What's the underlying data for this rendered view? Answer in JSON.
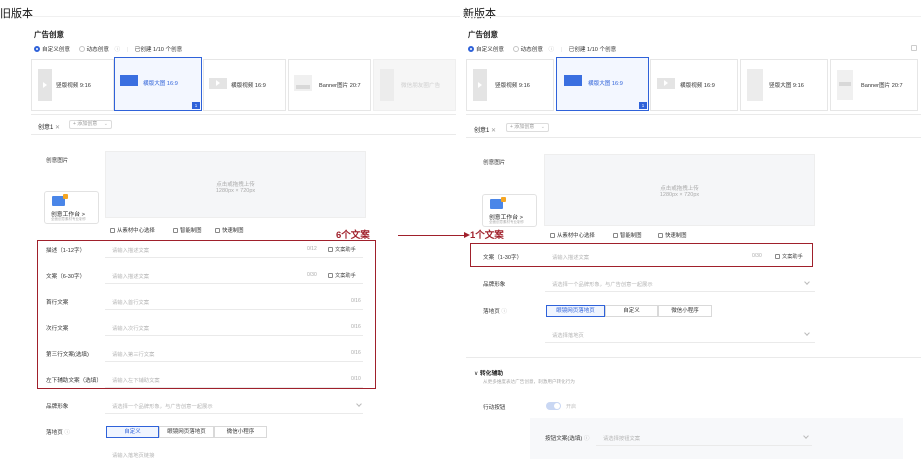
{
  "old": {
    "caption": "旧版本",
    "section_title": "广告创意",
    "mode": {
      "custom": "自定义创意",
      "dynamic": "动态创意",
      "count": "已创建 1/10 个创意"
    },
    "formats": [
      {
        "label": "竖版视频 9:16"
      },
      {
        "label": "横版大图 16:9",
        "badge": "1"
      },
      {
        "label": "横版视频 16:9"
      },
      {
        "label": "Banner图片 20:7"
      },
      {
        "label": "微信朋友圈广告"
      }
    ],
    "tab": "创意1",
    "add_tab": "+ 添加创意",
    "image_label": "创意图片",
    "upload": {
      "line1": "点击或拖拽上传",
      "line2": "1280px × 720px"
    },
    "workstation": {
      "title": "创意工作台 >",
      "sub": "全面创意素材专业制作"
    },
    "actions": [
      "从素材中心选择",
      "智能制图",
      "快速制图"
    ],
    "fields": [
      {
        "label": "描述（1-12字）",
        "placeholder": "请输入描述文案",
        "count": "0/12",
        "assist": "文案助手"
      },
      {
        "label": "文案（6-30字）",
        "placeholder": "请输入描述文案",
        "count": "0/30",
        "assist": "文案助手"
      },
      {
        "label": "首行文案",
        "placeholder": "请输入首行文案",
        "count": "0/16",
        "assist": ""
      },
      {
        "label": "次行文案",
        "placeholder": "请输入次行文案",
        "count": "0/16",
        "assist": ""
      },
      {
        "label": "第三行文案(选填)",
        "placeholder": "请输入第三行文案",
        "count": "0/16",
        "assist": ""
      },
      {
        "label": "左下辅助文案（选填）",
        "placeholder": "请输入左下辅助文案",
        "count": "0/10",
        "assist": ""
      }
    ],
    "brand": {
      "label": "品牌形象",
      "placeholder": "请选择一个品牌形象，与广告创意一起展示"
    },
    "landing": {
      "label": "落地页",
      "options": [
        "自定义",
        "眼镜网页落地页",
        "微信小程序"
      ],
      "placeholder": "请输入落地页链接"
    },
    "annotation": "6个文案"
  },
  "new": {
    "caption": "新版本",
    "section_title": "广告创意",
    "mode": {
      "custom": "自定义创意",
      "dynamic": "动态创意",
      "count": "已创建 1/10 个创意"
    },
    "formats": [
      {
        "label": "竖版视频 9:16"
      },
      {
        "label": "横版大图 16:9",
        "badge": "1"
      },
      {
        "label": "横版视频 16:9"
      },
      {
        "label": "竖版大图 9:16"
      },
      {
        "label": "Banner图片 20:7"
      }
    ],
    "tab": "创意1",
    "add_tab": "+ 添加创意",
    "image_label": "创意图片",
    "upload": {
      "line1": "点击或拖拽上传",
      "line2": "1280px × 720px"
    },
    "workstation": {
      "title": "创意工作台 >",
      "sub": "全面创意素材专业制作"
    },
    "actions": [
      "从素材中心选择",
      "智能制图",
      "快速制图"
    ],
    "field": {
      "label": "文案（1-30字）",
      "placeholder": "请输入描述文案",
      "count": "0/30",
      "assist": "文案助手"
    },
    "brand": {
      "label": "品牌形象",
      "placeholder": "请选择一个品牌形象，与广告创意一起展示"
    },
    "landing": {
      "label": "落地页",
      "options": [
        "眼镜网页落地页",
        "自定义",
        "微信小程序"
      ],
      "placeholder": "请选择落地页"
    },
    "convert": {
      "title": "转化辅助",
      "sub": "从更多维度表达广告创意，刺激用户转化行为"
    },
    "action_button": {
      "label": "行动按钮",
      "toggle": "开启"
    },
    "button_text": {
      "label": "按钮文案(选填)",
      "placeholder": "请选择按钮文案"
    },
    "annotation": "1个文案"
  },
  "colors": {
    "accent": "#2f62d9",
    "annotation": "#a0202b"
  }
}
